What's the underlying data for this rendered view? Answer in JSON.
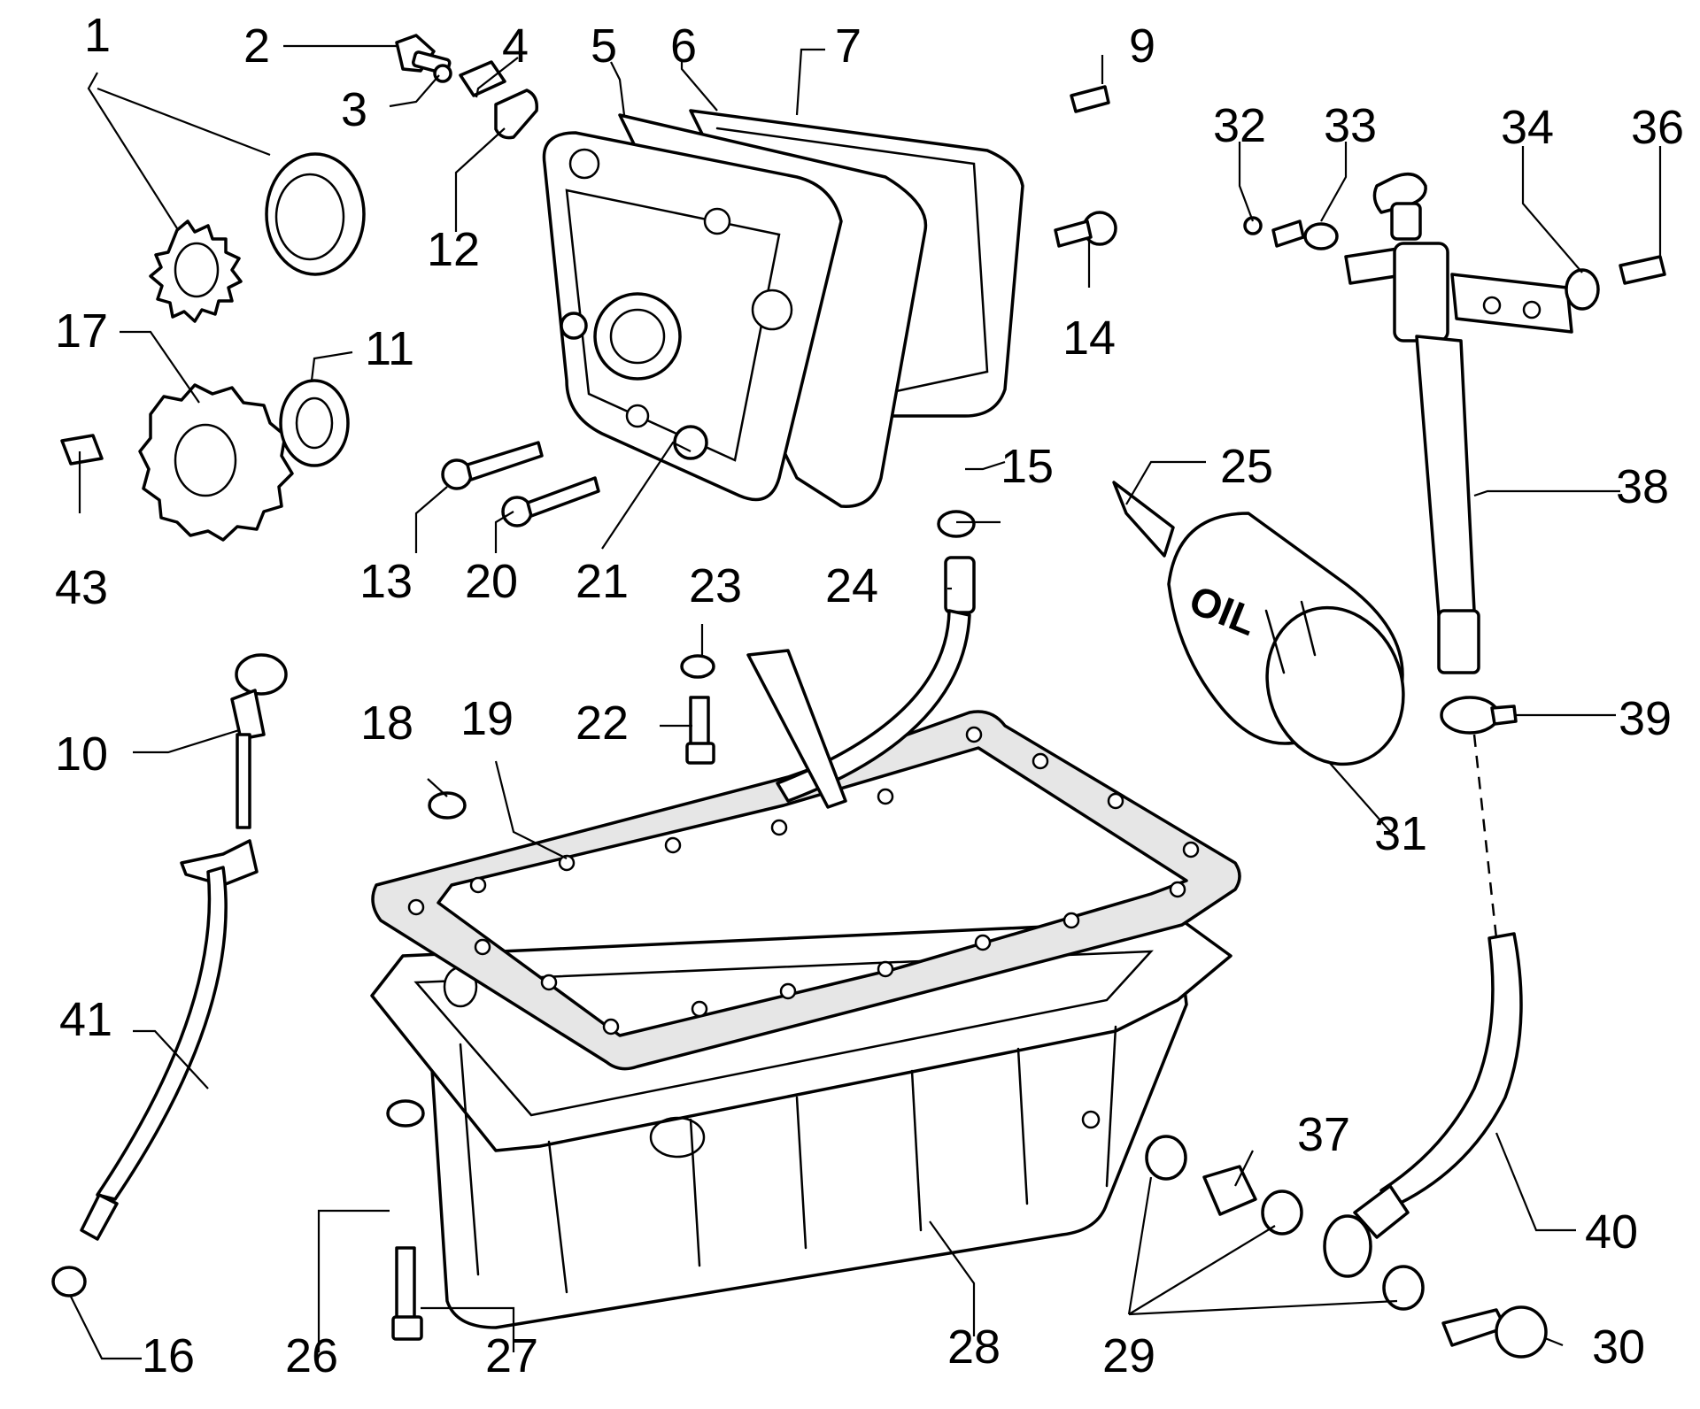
{
  "filter_stamp": "OIL",
  "callouts": [
    "1",
    "2",
    "3",
    "4",
    "5",
    "6",
    "7",
    "9",
    "10",
    "11",
    "12",
    "13",
    "14",
    "15",
    "16",
    "17",
    "18",
    "19",
    "20",
    "21",
    "22",
    "23",
    "24",
    "25",
    "26",
    "27",
    "28",
    "29",
    "30",
    "31",
    "32",
    "33",
    "34",
    "36",
    "37",
    "38",
    "39",
    "40",
    "41",
    "43"
  ]
}
